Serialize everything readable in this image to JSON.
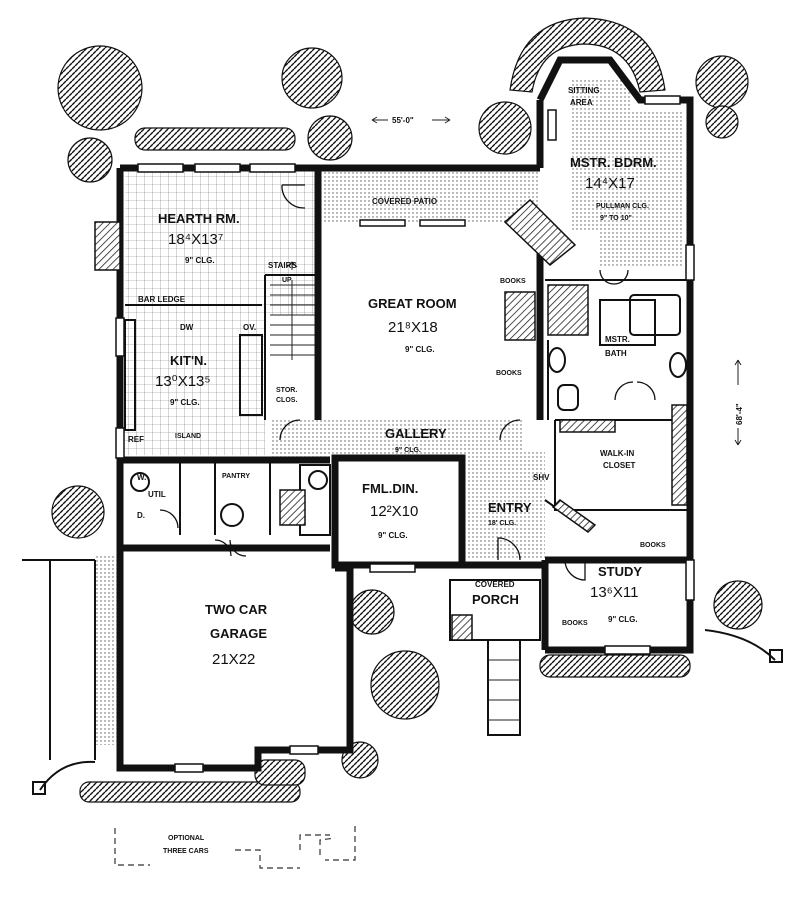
{
  "overall": {
    "width_dim": "55'-0\"",
    "depth_dim": "68'-4\""
  },
  "rooms": {
    "hearth": {
      "name": "HEARTH RM.",
      "size": "18⁴X13⁷",
      "ceiling": "9\" CLG."
    },
    "bar_ledge": "BAR LEDGE",
    "stairs": "STAIRS",
    "up": "UP",
    "kitchen": {
      "name": "KIT'N.",
      "size": "13⁰X13⁵",
      "ceiling": "9\" CLG.",
      "island": "ISLAND"
    },
    "dw": "DW",
    "ov": "OV.",
    "ref": "REF",
    "stor": "STOR.",
    "clos": "CLOS.",
    "patio": "COVERED PATIO",
    "great": {
      "name": "GREAT ROOM",
      "size": "21⁸X18",
      "ceiling": "9\" CLG."
    },
    "master": {
      "name": "MSTR. BDRM.",
      "size": "14⁴X17",
      "pullman": "PULLMAN CLG.",
      "pullman_range": "9\" TO 10\""
    },
    "sitting": [
      "SITTING",
      "AREA"
    ],
    "books": "BOOKS",
    "mbath": {
      "line1": "MSTR.",
      "line2": "BATH"
    },
    "gallery": {
      "name": "GALLERY",
      "ceiling": "9\" CLG."
    },
    "walkin": {
      "line1": "WALK-IN",
      "line2": "CLOSET"
    },
    "pantry": "PANTRY",
    "util": "UTIL",
    "w": "W.",
    "d": "D.",
    "fml": {
      "name": "FML.DIN.",
      "size": "12²X10",
      "ceiling": "9\" CLG."
    },
    "entry": {
      "name": "ENTRY",
      "ceiling": "18' CLG."
    },
    "shv": "SHV",
    "study": {
      "name": "STUDY",
      "size": "13⁶X11",
      "ceiling": "9\" CLG."
    },
    "porch": {
      "line1": "COVERED",
      "line2": "PORCH"
    },
    "garage": {
      "line1": "TWO CAR",
      "line2": "GARAGE",
      "size": "21X22"
    },
    "optional": {
      "line1": "OPTIONAL",
      "line2": "THREE CARS"
    }
  }
}
